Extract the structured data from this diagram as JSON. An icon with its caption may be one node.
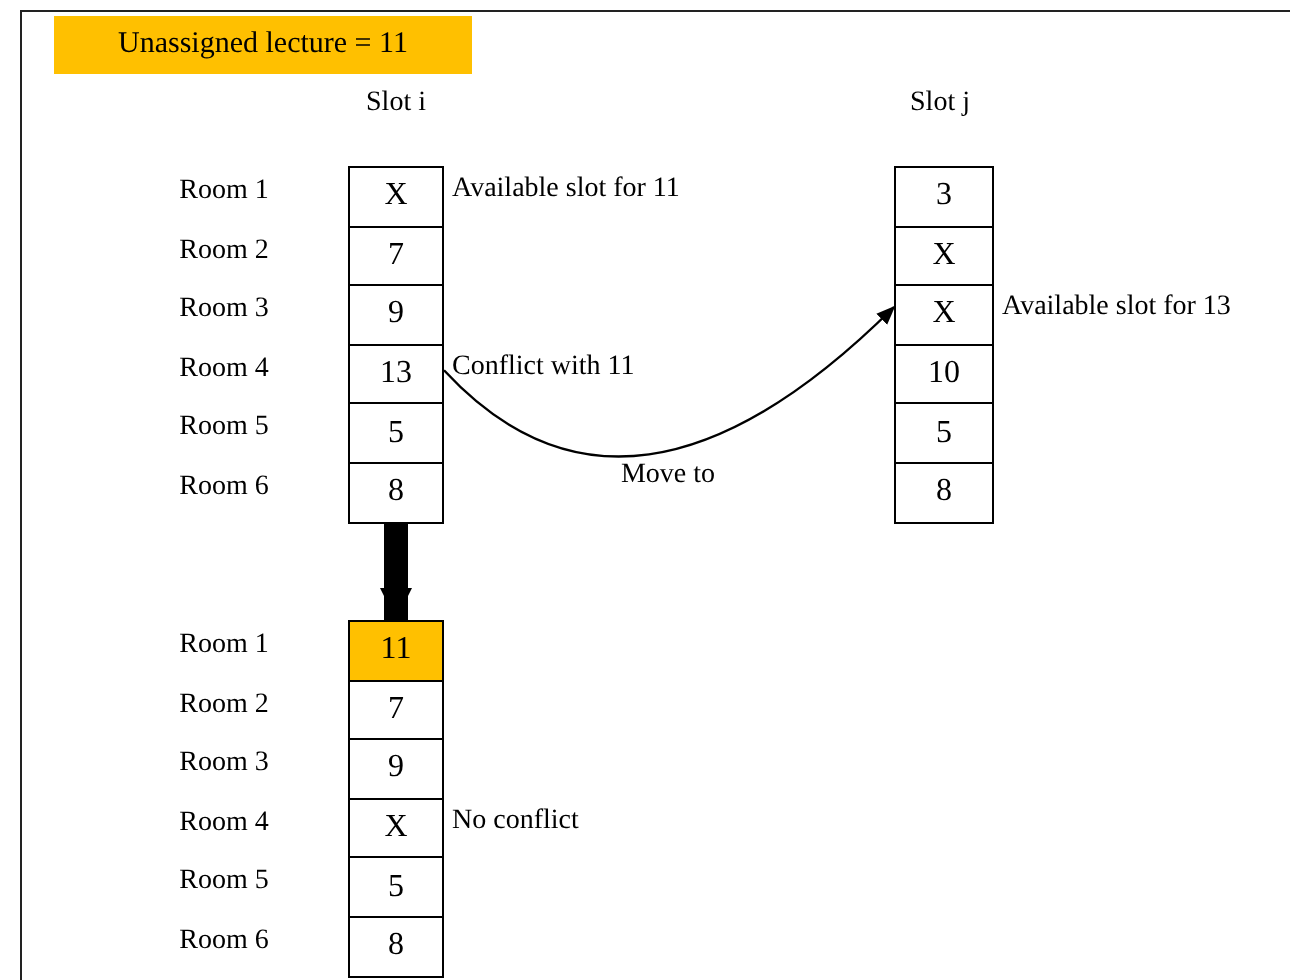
{
  "diagram": {
    "nodes": [
      {
        "text": [
          "Unassigned lecture = 11"
        ]
      },
      {
        "text": [
          "X"
        ],
        "beside": [
          "Available slot for 11"
        ]
      },
      {
        "text": [
          "7"
        ]
      },
      {
        "text": [
          "9"
        ]
      },
      {
        "text": [
          "13"
        ],
        "beside": [
          "Conflict with 11"
        ]
      },
      {
        "text": [
          "5"
        ]
      },
      {
        "text": [
          "8"
        ]
      },
      {
        "text": [
          "3"
        ]
      },
      {
        "text": [
          "X"
        ]
      },
      {
        "text": [
          "X"
        ],
        "beside": [
          "Available slot for 13"
        ]
      },
      {
        "text": [
          "10"
        ]
      },
      {
        "text": [
          "5"
        ]
      },
      {
        "text": [
          "8"
        ]
      },
      {
        "text": [
          "11"
        ]
      },
      {
        "text": [
          "7"
        ]
      },
      {
        "text": [
          "9"
        ]
      },
      {
        "text": [
          "X"
        ],
        "beside": [
          "No conflict"
        ]
      },
      {
        "text": [
          "5"
        ]
      },
      {
        "text": [
          "8"
        ]
      }
    ],
    "edges": [
      {
        "from": 4,
        "to": 9,
        "arrow": "to",
        "label": "Move to"
      },
      {
        "from": 6,
        "to": 13,
        "arrow": "to",
        "style": "thick"
      }
    ],
    "labels": [
      "Slot i",
      "Slot j",
      "Room 1",
      "Room 2",
      "Room 3",
      "Room 4",
      "Room 5",
      "Room 6",
      "Room 1",
      "Room 2",
      "Room 3",
      "Room 4",
      "Room 5",
      "Room 6"
    ]
  }
}
